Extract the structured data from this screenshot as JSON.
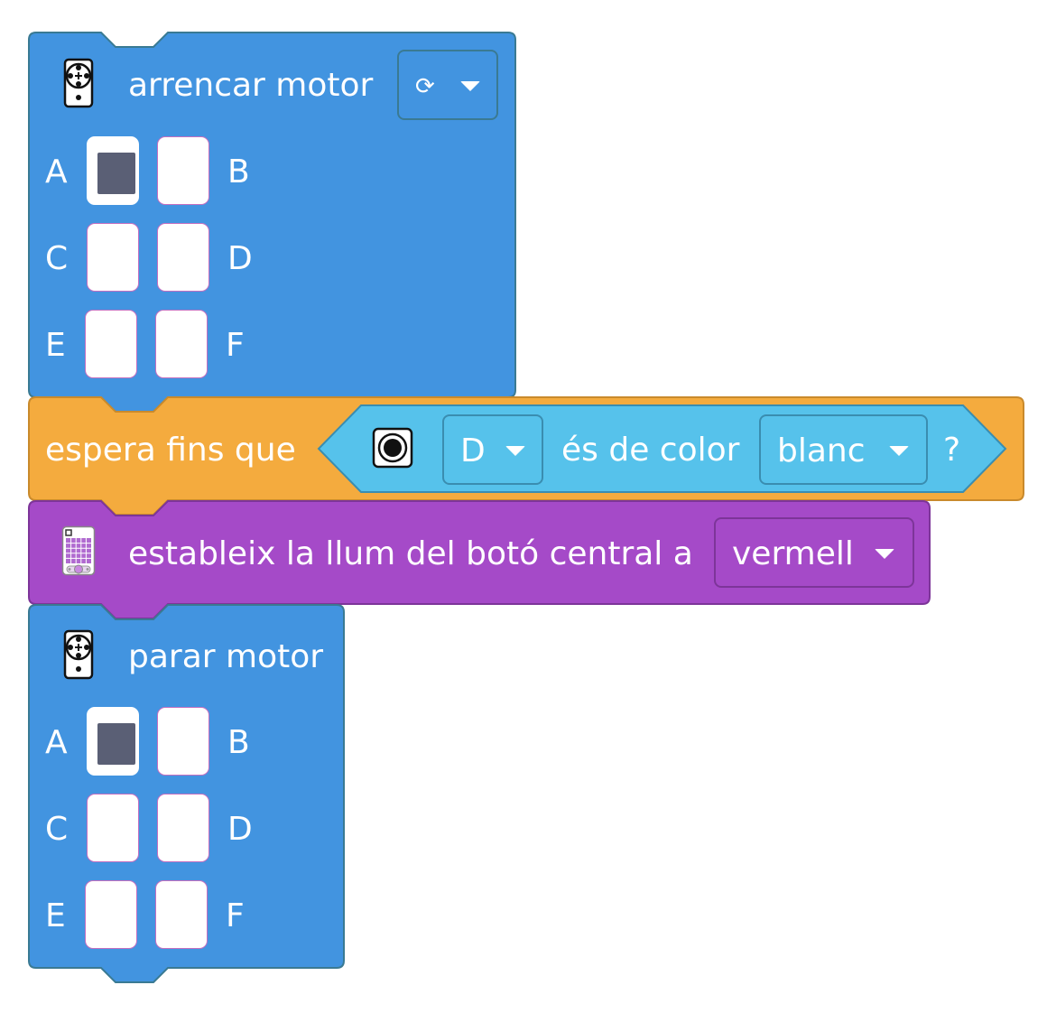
{
  "blocks": {
    "start_motor": {
      "label": "arrencar motor",
      "direction_value": "⟳",
      "ports": [
        "A",
        "B",
        "C",
        "D",
        "E",
        "F"
      ],
      "selected_ports": [
        "A"
      ],
      "color": "#4294e0"
    },
    "wait_until": {
      "label": "espera fins que",
      "sensor_port": "D",
      "condition_text": "és de color",
      "color_value": "blanc",
      "question_mark": "?",
      "color": "#f4ab3e",
      "sensor_color": "#56c2eb"
    },
    "set_light": {
      "label": "estableix la llum del botó central a",
      "light_color_value": "vermell",
      "color": "#a54ac8"
    },
    "stop_motor": {
      "label": "parar motor",
      "ports": [
        "A",
        "B",
        "C",
        "D",
        "E",
        "F"
      ],
      "selected_ports": [
        "A"
      ],
      "color": "#4294e0"
    }
  },
  "icons": {
    "motor": "motor-icon",
    "color_sensor": "color-sensor-icon",
    "hub": "hub-icon",
    "dropdown": "caret-down-icon"
  }
}
